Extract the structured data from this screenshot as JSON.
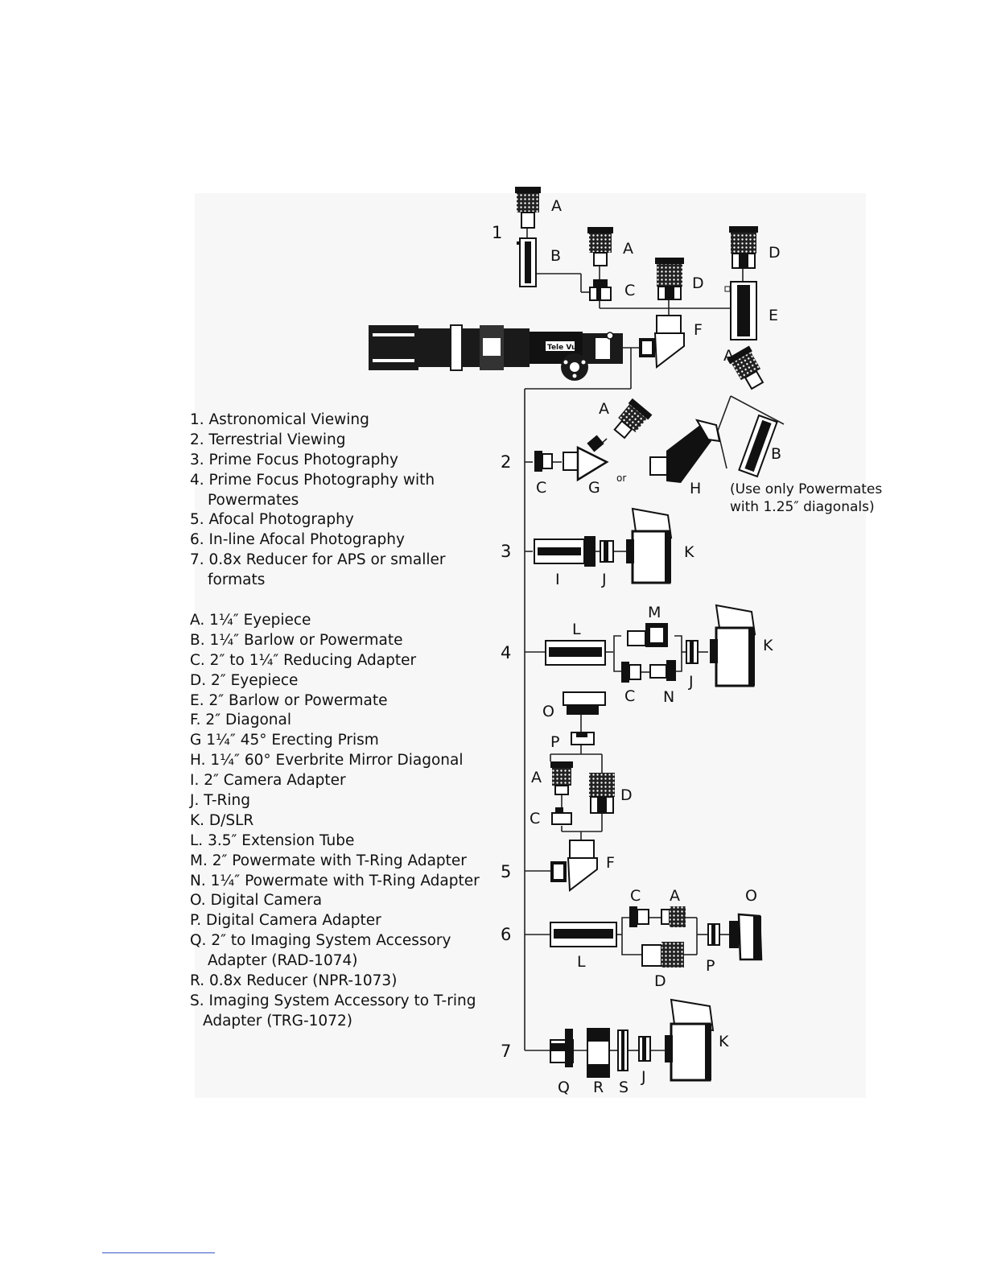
{
  "diagram": {
    "configurations": [
      "1. Astronomical Viewing",
      "2. Terrestrial Viewing",
      "3. Prime Focus Photography",
      "4. Prime Focus Photography with",
      "Powermates",
      "5. Afocal Photography",
      "6. In-line Afocal Photography",
      "7. 0.8x Reducer for APS or smaller",
      "formats"
    ],
    "components": [
      "A. 1¼″ Eyepiece",
      "B. 1¼″ Barlow or Powermate",
      "C. 2″ to 1¼″ Reducing Adapter",
      "D. 2″ Eyepiece",
      "E. 2″ Barlow or Powermate",
      "F. 2″ Diagonal",
      "G 1¼″ 45° Erecting Prism",
      "H. 1¼″ 60° Everbrite Mirror Diagonal",
      "I. 2″ Camera Adapter",
      "J. T-Ring",
      "K. D/SLR",
      "L. 3.5″ Extension Tube",
      "M. 2″ Powermate with T-Ring Adapter",
      "N. 1¼″ Powermate with T-Ring Adapter",
      "O. Digital Camera",
      "P. Digital Camera Adapter",
      "Q. 2″ to Imaging System Accessory",
      "Adapter (RAD-1074)",
      "R. 0.8x Reducer (NPR-1073)",
      "S. Imaging System Accessory to T-ring",
      "Adapter (TRG-1072)"
    ],
    "brand": "Tele Vue",
    "or_label": "or",
    "note_line1": "(Use only Powermates",
    "note_line2": "with 1.25″ diagonals)",
    "numbers": {
      "n1": "1",
      "n2": "2",
      "n3": "3",
      "n4": "4",
      "n5": "5",
      "n6": "6",
      "n7": "7"
    },
    "letters": {
      "A": "A",
      "B": "B",
      "C": "C",
      "D": "D",
      "E": "E",
      "F": "F",
      "G": "G",
      "H": "H",
      "I": "I",
      "J": "J",
      "K": "K",
      "L": "L",
      "M": "M",
      "N": "N",
      "O": "O",
      "P": "P",
      "Q": "Q",
      "R": "R",
      "S": "S"
    }
  }
}
